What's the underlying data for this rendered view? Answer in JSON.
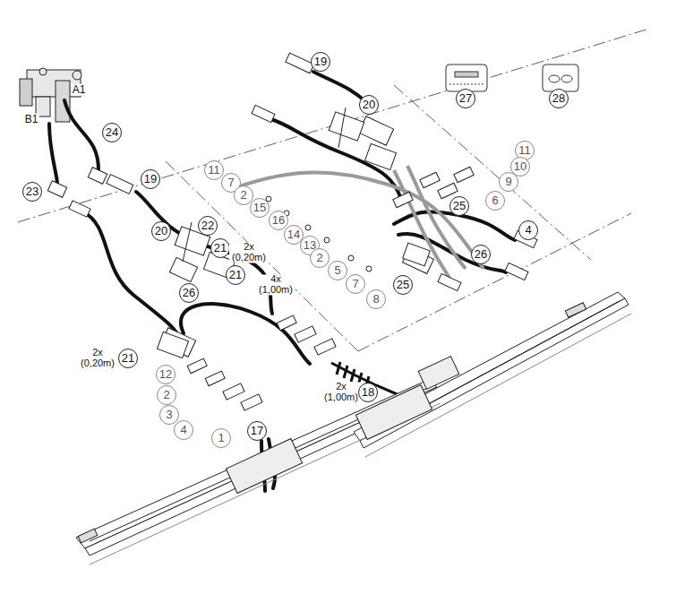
{
  "diagram": {
    "labels": [
      "A1",
      "B1",
      "24",
      "23",
      "19",
      "20",
      "22",
      "21",
      "2x (0,20m)",
      "21",
      "4x (1,00m)",
      "26",
      "21",
      "2x (0,20m)",
      "12",
      "2",
      "3",
      "4",
      "1",
      "17",
      "2x (1,00m)",
      "18",
      "19",
      "20",
      "11",
      "7",
      "2",
      "15",
      "16",
      "14",
      "13",
      "2",
      "5",
      "7",
      "8",
      "11",
      "10",
      "9",
      "6",
      "25",
      "4",
      "26",
      "25",
      "27",
      "28"
    ]
  }
}
